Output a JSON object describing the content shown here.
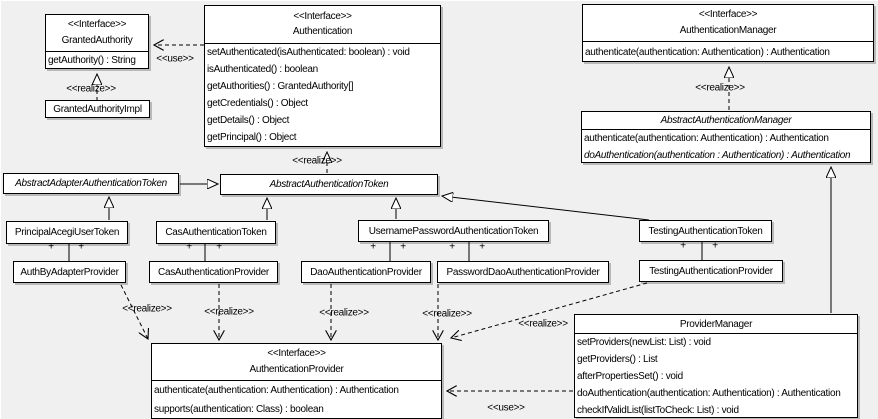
{
  "labels": {
    "use": "<<use>>",
    "realize": "<<realize>>",
    "plus": "+"
  },
  "classes": {
    "granted_authority": {
      "stereotype": "<<Interface>>",
      "name": "GrantedAuthority",
      "methods": [
        "getAuthority() : String"
      ]
    },
    "granted_authority_impl": {
      "name": "GrantedAuthorityImpl"
    },
    "authentication": {
      "stereotype": "<<Interface>>",
      "name": "Authentication",
      "methods": [
        "setAuthenticated(isAuthenticated: boolean) : void",
        "isAuthenticated() : boolean",
        "getAuthorities() : GrantedAuthority[]",
        "getCredentials() : Object",
        "getDetails() : Object",
        "getPrincipal() : Object"
      ]
    },
    "authentication_manager": {
      "stereotype": "<<Interface>>",
      "name": "AuthenticationManager",
      "methods": [
        "authenticate(authentication: Authentication) : Authentication"
      ]
    },
    "abstract_authentication_manager": {
      "name": "AbstractAuthenticationManager",
      "methods": [
        "authenticate(authentication: Authentication) : Authentication",
        "doAuthentication(authentication : Authentication) : Authentication"
      ]
    },
    "abstract_adapter_authentication_token": {
      "name": "AbstractAdapterAuthenticationToken"
    },
    "abstract_authentication_token": {
      "name": "AbstractAuthenticationToken"
    },
    "principal_acegi_user_token": {
      "name": "PrincipalAcegiUserToken"
    },
    "cas_authentication_token": {
      "name": "CasAuthenticationToken"
    },
    "username_password_authentication_token": {
      "name": "UsernamePasswordAuthenticationToken"
    },
    "testing_authentication_token": {
      "name": "TestingAuthenticationToken"
    },
    "auth_by_adapter_provider": {
      "name": "AuthByAdapterProvider"
    },
    "cas_authentication_provider": {
      "name": "CasAuthenticationProvider"
    },
    "dao_authentication_provider": {
      "name": "DaoAuthenticationProvider"
    },
    "password_dao_authentication_provider": {
      "name": "PasswordDaoAuthenticationProvider"
    },
    "testing_authentication_provider": {
      "name": "TestingAuthenticationProvider"
    },
    "provider_manager": {
      "name": "ProviderManager",
      "methods": [
        "setProviders(newList: List) : void",
        "getProviders() : List",
        "afterPropertiesSet() : void",
        "doAuthentication(authentication: Authentication) : Authentication",
        "checkIfValidList(listToCheck: List) : void"
      ]
    },
    "authentication_provider": {
      "stereotype": "<<Interface>>",
      "name": "AuthenticationProvider",
      "methods": [
        "authenticate(authentication: Authentication) : Authentication",
        "supports(authentication: Class) : boolean"
      ]
    }
  },
  "colors": {
    "background": "#f0f0f0",
    "box_fill": "#ffffff",
    "line": "#000000",
    "shadow": "#b9b9b9"
  }
}
